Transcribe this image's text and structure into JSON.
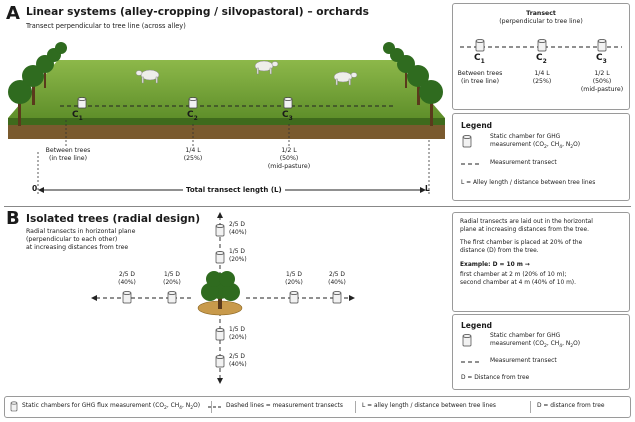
{
  "section_a": {
    "letter": "A",
    "title": "Linear systems (alley-cropping / silvopastoral) – orchards",
    "subtitle": "Transect perpendicular to tree line (across alley)",
    "chambers": [
      {
        "id": "C",
        "sub": "1",
        "label_lines": [
          "Between trees",
          "(in tree line)"
        ]
      },
      {
        "id": "C",
        "sub": "2",
        "label_lines": [
          "1/4 L",
          "(25%)"
        ]
      },
      {
        "id": "C",
        "sub": "3",
        "label_lines": [
          "1/2 L",
          "(50%)",
          "(mid-pasture)"
        ]
      }
    ],
    "axis": {
      "start": "0",
      "end": "L",
      "label": "Total transect length (L)"
    }
  },
  "transect_box": {
    "title_line1": "Transect",
    "title_line2": "(perpendicular to tree line)",
    "chambers": [
      {
        "id": "C",
        "sub": "1",
        "label_lines": [
          "Between trees",
          "(in tree line)"
        ]
      },
      {
        "id": "C",
        "sub": "2",
        "label_lines": [
          "1/4 L",
          "(25%)"
        ]
      },
      {
        "id": "C",
        "sub": "3",
        "label_lines": [
          "1/2 L",
          "(50%)",
          "(mid-pasture)"
        ]
      }
    ]
  },
  "legend_a": {
    "title": "Legend",
    "chamber_line1": "Static chamber for GHG",
    "chamber_line2_pre": "measurement (CO",
    "transect": "Measurement transect",
    "l_def": "L = Alley length / distance between tree lines"
  },
  "section_b": {
    "letter": "B",
    "title": "Isolated trees (radial design)",
    "desc": [
      "Radial transects in horizontal plane",
      "(perpendicular to each other)",
      "at increasing distances from tree"
    ],
    "north": [
      {
        "d": "2/5 D",
        "p": "(40%)"
      },
      {
        "d": "1/5 D",
        "p": "(20%)"
      }
    ],
    "south": [
      {
        "d": "1/5 D",
        "p": "(20%)"
      },
      {
        "d": "2/5 D",
        "p": "(40%)"
      }
    ],
    "west": [
      {
        "d": "2/5 D",
        "p": "(40%)"
      },
      {
        "d": "1/5 D",
        "p": "(20%)"
      }
    ],
    "east": [
      {
        "d": "1/5 D",
        "p": "(20%)"
      },
      {
        "d": "2/5 D",
        "p": "(40%)"
      }
    ]
  },
  "info_box": {
    "p1": [
      "Radial transects are laid out in the horizontal",
      "plane at increasing distances from the tree."
    ],
    "p2": [
      "The first chamber is placed at 20% of the",
      "distance (D) from the tree."
    ],
    "example_title": "Example: D = 10 m →",
    "example_lines": [
      "first chamber at 2 m (20% of 10 m);",
      "second chamber at 4 m (40% of 10 m)."
    ]
  },
  "legend_b": {
    "title": "Legend",
    "chamber_line1": "Static chamber for GHG",
    "chamber_line2_pre": "measurement (CO",
    "transect": "Measurement transect",
    "d_def": "D = Distance from tree"
  },
  "footer": {
    "item1_pre": "Static chambers for GHG flux measurement (CO",
    "item2": "Dashed lines = measurement transects",
    "item3": "L = alley length / distance between tree lines",
    "item4": "D = distance from tree"
  },
  "chem": {
    "sub2": "2",
    "sub4": "4",
    "ch": ", CH",
    "n2o": ", N",
    "o_close": "O)"
  },
  "colors": {
    "grass": "#6f9a2f",
    "grass_dark": "#3f6a1c",
    "soil": "#7a5a2e",
    "tree": "#2f6b1f",
    "mulch": "#c89a4b"
  }
}
